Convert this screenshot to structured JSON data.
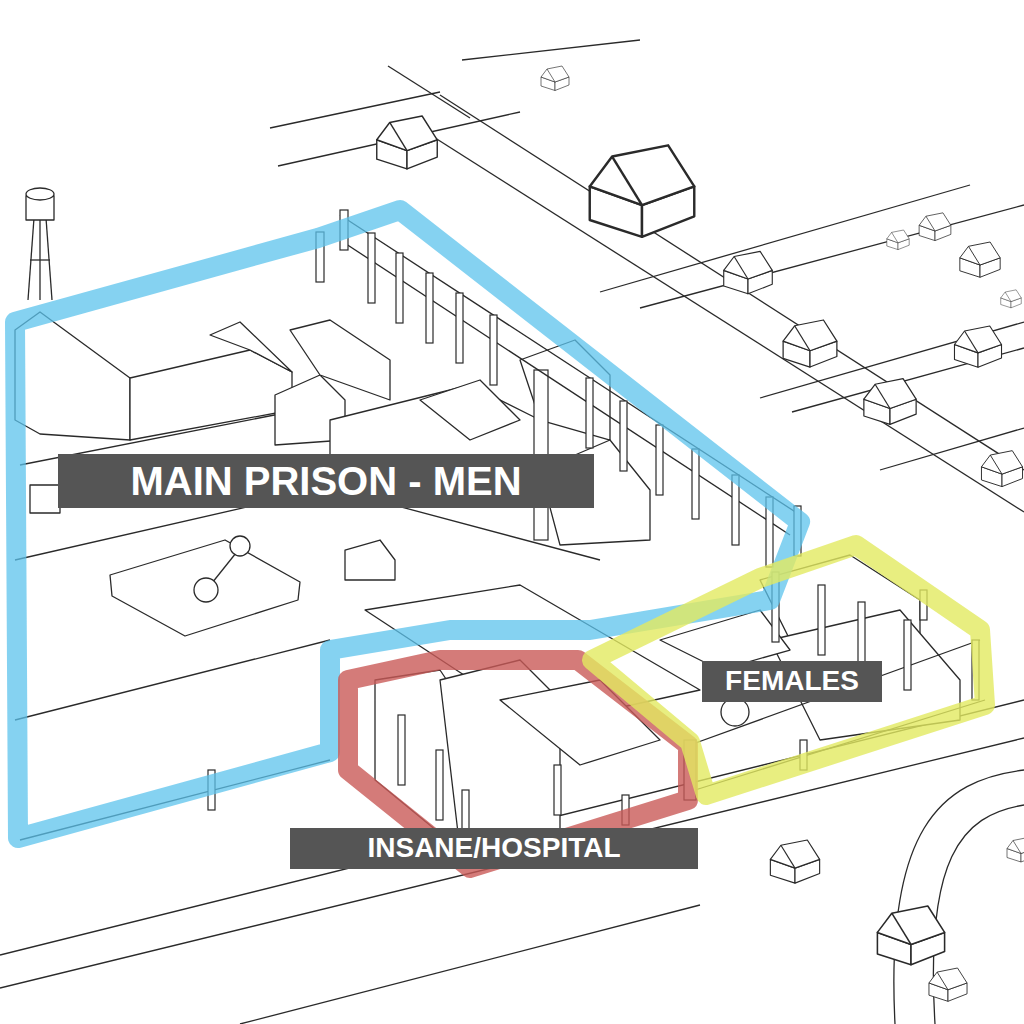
{
  "diagram": {
    "nodes": [
      {
        "text": [
          "MAIN PRISON - MEN"
        ]
      },
      {
        "text": [
          "FEMALES"
        ]
      },
      {
        "text": [
          "INSANE/HOSPITAL"
        ]
      }
    ]
  }
}
